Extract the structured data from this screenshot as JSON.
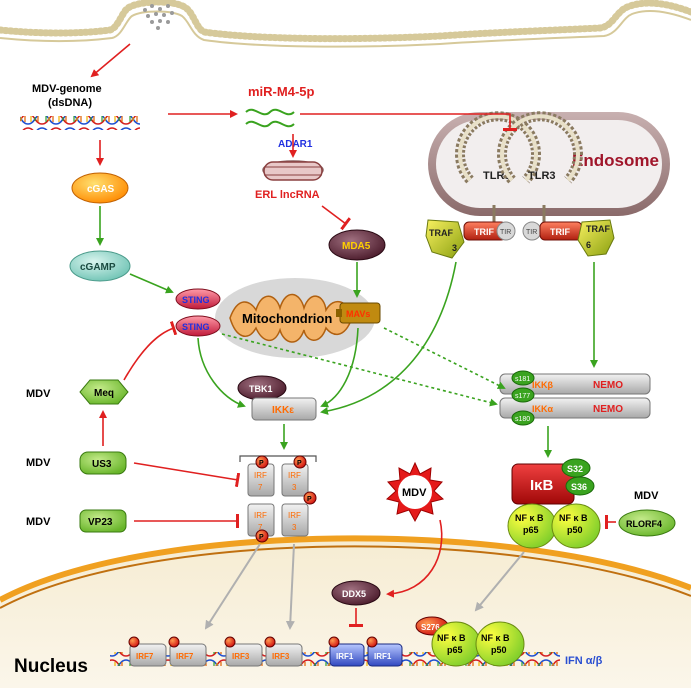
{
  "labels": {
    "mdv_genome_line1": "MDV-genome",
    "mdv_genome_line2": "(dsDNA)",
    "mirna": "miR-M4-5p",
    "endosome": "Endosome",
    "tlr3_left": "TLR3",
    "tlr3_right": "TLR3",
    "traf3": "TRAF",
    "traf3_num": "3",
    "traf6": "TRAF",
    "traf6_num": "6",
    "trif": "TRIF",
    "tir": "TIR",
    "adar1": "ADAR1",
    "erl": "ERL lncRNA",
    "cgas": "cGAS",
    "cgamp": "cGAMP",
    "mda5": "MDA5",
    "sting": "STING",
    "mitochondrion": "Mitochondrion",
    "mavs": "MAVs",
    "tbk1": "TBK1",
    "ikke": "IKKε",
    "ikkb": "IKKβ",
    "ikka": "IKKα",
    "nemo": "NEMO",
    "s181": "s181",
    "s177": "s177",
    "s180": "s180",
    "irf7": "IRF",
    "irf7_num": "7",
    "irf3": "IRF",
    "irf3_num": "3",
    "p": "P",
    "ikb": "IκB",
    "s32": "S32",
    "s36": "S36",
    "nfkb": "NF κ B",
    "p65": "p65",
    "p50": "p50",
    "mdv": "MDV",
    "meq": "Meq",
    "us3": "US3",
    "vp23": "VP23",
    "rlorf4": "RLORF4",
    "ddx5": "DDX5",
    "nucleus": "Nucleus",
    "s276": "S276",
    "irf7_full": "IRF7",
    "irf3_full": "IRF3",
    "irf1": "IRF1",
    "ifn": "IFN α/β"
  },
  "colors": {
    "activation_arrow": "#3aa31f",
    "inhibition_arrow": "#e02020",
    "export_arrow": "#b0b0b0",
    "membrane": "#d6c99a",
    "endosome_text": "#a0152a",
    "mirna_text": "#e02020",
    "mavs_text": "#ff8800",
    "ifn_text": "#2a4fd1",
    "nemo_text": "#e02020"
  }
}
